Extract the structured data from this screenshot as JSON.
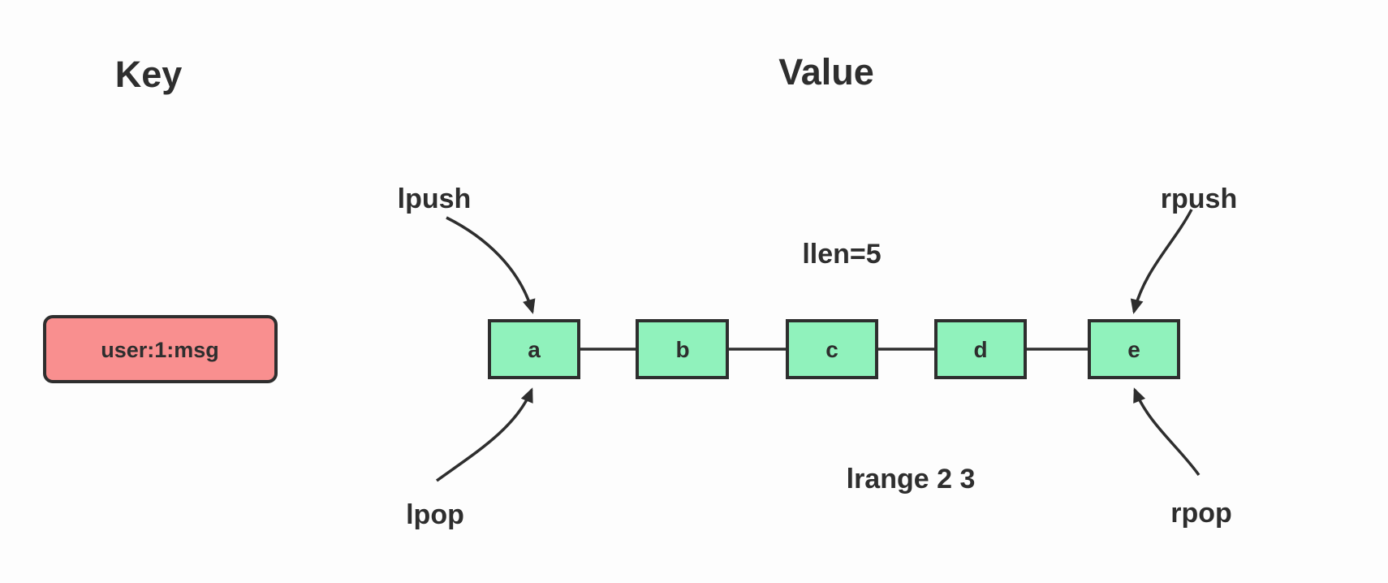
{
  "headers": {
    "key": "Key",
    "value": "Value"
  },
  "key": {
    "label": "user:1:msg",
    "fill": "#f98f8f"
  },
  "list": {
    "node_fill": "#90f2bc",
    "nodes": [
      {
        "label": "a"
      },
      {
        "label": "b"
      },
      {
        "label": "c"
      },
      {
        "label": "d"
      },
      {
        "label": "e"
      }
    ],
    "length_label": "llen=5",
    "range_label": "lrange 2 3"
  },
  "operations": {
    "lpush": "lpush",
    "lpop": "lpop",
    "rpush": "rpush",
    "rpop": "rpop"
  },
  "colors": {
    "stroke": "#2e2e2e",
    "background": "#fdfdfd"
  }
}
